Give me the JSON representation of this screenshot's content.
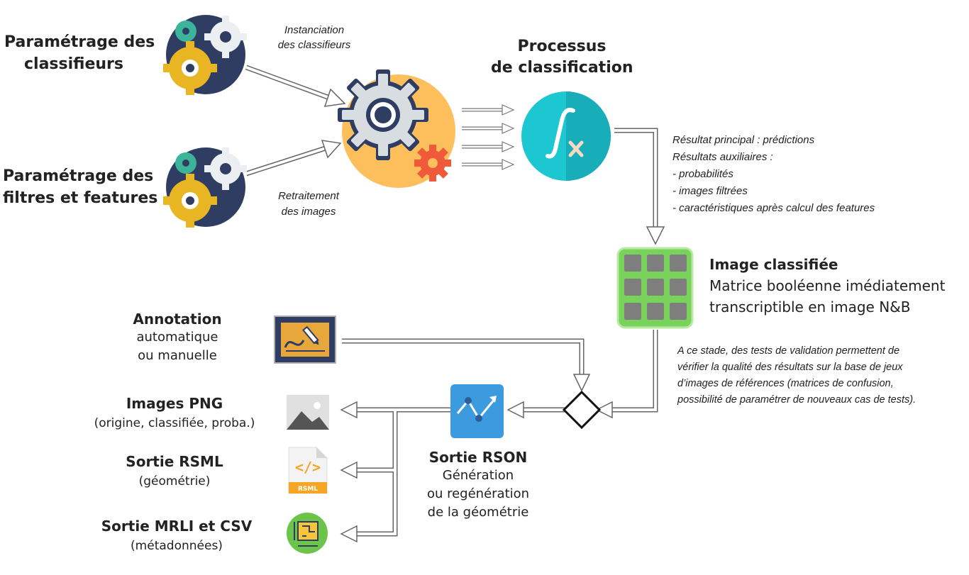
{
  "inputs": {
    "classifiers": [
      "Paramétrage des",
      "classifieurs"
    ],
    "filters": [
      "Paramétrage des",
      "filtres et features"
    ]
  },
  "edge_labels": {
    "instantiation": [
      "Instanciation",
      "des classifieurs"
    ],
    "preprocessing": [
      "Retraitement",
      "des images"
    ]
  },
  "process": {
    "title": [
      "Processus",
      "de classification"
    ]
  },
  "results": {
    "lines": [
      "Résultat principal : prédictions",
      "Résultats auxiliaires :",
      "- probabilités",
      "- images filtrées",
      "- caractéristiques après calcul des features"
    ]
  },
  "classified": {
    "title": "Image classifiée",
    "desc": [
      "Matrice booléenne imédiatement",
      "transcriptible en image N&B"
    ]
  },
  "validation": {
    "lines": [
      "A ce stade, des tests de validation permettent de",
      "vérifier la qualité des résultats sur la base de jeux",
      "d’images de références (matrices de confusion,",
      "possibilité de paramétrer de nouveaux cas de tests)."
    ]
  },
  "annotation": {
    "title": "Annotation",
    "lines": [
      "automatique",
      "ou manuelle"
    ]
  },
  "rson": {
    "title": "Sortie RSON",
    "lines": [
      "Génération",
      "ou regénération",
      "de la géométrie"
    ]
  },
  "outputs": {
    "png": {
      "title": "Images PNG",
      "sub": "(origine, classifiée, proba.)"
    },
    "rsml": {
      "title": "Sortie RSML",
      "sub": "(géométrie)",
      "file_label": "RSML"
    },
    "mrli": {
      "title": "Sortie MRLI et CSV",
      "sub": "(métadonnées)"
    }
  },
  "colors": {
    "gear_bg": "#FDBE5C",
    "integral_bg": "#1DC7D2",
    "grid_green": "#79D25A",
    "rson_blue": "#3C9BDF",
    "rsml_orange": "#F6A623",
    "mrli_green": "#6CC44A",
    "navy": "#2F3D63",
    "arrow": "#ffffff"
  }
}
